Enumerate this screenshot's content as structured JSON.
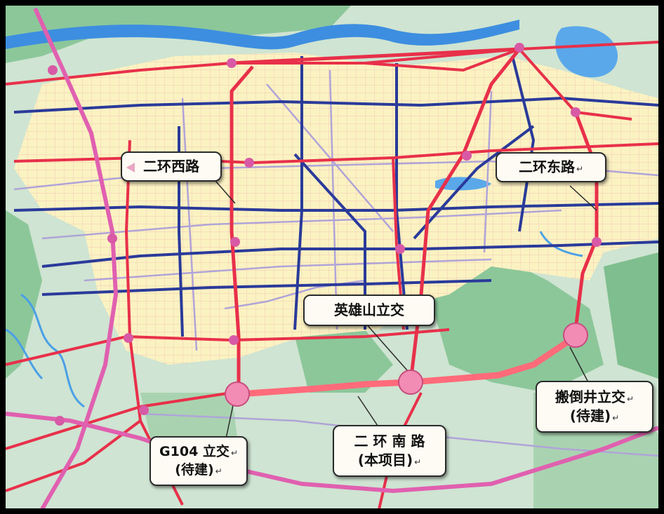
{
  "colors": {
    "ring_road": "#e8304a",
    "arterial": "#2a3a9a",
    "highway": "#e060b0",
    "local": "#b0a4d8",
    "urban": "#fbf2c2",
    "green": "#8cc79a",
    "water": "#3d8ee0",
    "interchange": "#f38cb4"
  },
  "icons": {
    "return_mark": "↵"
  },
  "labels": {
    "west_ring": "二环西路",
    "east_ring": "二环东路",
    "yingxiong": "英雄山立交",
    "south_line1": "二 环 南 路",
    "south_line2": "(本项目)",
    "g104_line1": "G104 立交",
    "g104_line2": "(待建)",
    "bandao_line1": "搬倒井立交",
    "bandao_line2": "(待建)"
  }
}
